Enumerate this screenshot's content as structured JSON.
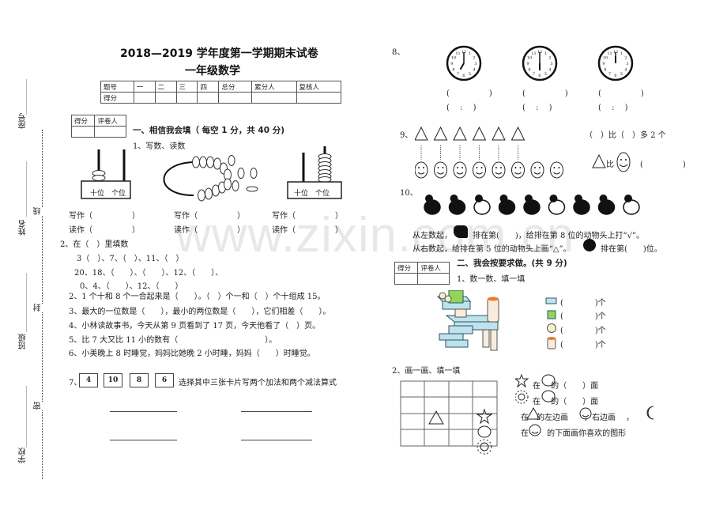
{
  "header": {
    "title": "2018—2019 学年度第一学期期末试卷",
    "subtitle": "一年级数学"
  },
  "score_table": {
    "row1": [
      "题号",
      "一",
      "二",
      "三",
      "四",
      "总分",
      "累分人",
      "复核人"
    ],
    "row2_label": "得分"
  },
  "grader_box": {
    "score": "得分",
    "grader": "评卷人"
  },
  "margin": {
    "seat": "座号",
    "name": "姓名",
    "class": "班级",
    "school": "学校",
    "seal": [
      "线",
      "封",
      "密"
    ]
  },
  "watermark": "www.zixin.com.cn",
  "section1": {
    "heading": "一、相信我会填（ 每空 1 分，共 40 分)",
    "q1": "1、写数、读数",
    "abacus_label": "十位　个位",
    "write": "写作（　　　　　）",
    "read": "读作（　　　　　）",
    "q2": "2、在（　）里填数",
    "q2_lines": [
      "3（　）、7、（　）、11、（　）",
      "20、18、（　　）、（　　）、12、（　　）、",
      "0、4、（　　）、12、（　　）"
    ],
    "lines": [
      "2、1 个十和 8 个一合起来是（　　）。（　）个一和（　）个十组成 15。",
      "3、最大的一位数是（　　），最小的两位数是（　　），它们相差（　　）。",
      "4、小林读故事书，今天从第 9 页看到了 17 页，今天他看了（　）页。",
      "5、比 7 大又比 11 小的数有（　　　　　　　　　　　）。",
      "6、小美晚上 8 时睡觉，妈妈比她晚 2 小时睡，妈妈（　　）时睡觉。"
    ],
    "q7_label": "7、",
    "q7_cards": [
      "4",
      "10",
      "8",
      "6"
    ],
    "q7_text": "选择其中三张卡片写两个加法和两个减法算式"
  },
  "q8": {
    "label": "8、",
    "clocks": [
      {
        "hour": 7,
        "minute": 0
      },
      {
        "hour": 6,
        "minute": 0
      },
      {
        "hour": 12,
        "minute": 0
      }
    ],
    "paren1": "(　　　　　)",
    "paren2": "(　 :　 )"
  },
  "q9": {
    "label": "9、",
    "triangles": 6,
    "faces": 8,
    "text1": "（　）比（　）多 2 个",
    "compare": "比",
    "paren": "(　　　　　)"
  },
  "q10": {
    "label": "10、",
    "animals": 9,
    "line1a": "从左数起，",
    "line1b": "排在第(　　)，给排在第 8 位的动物头上打“√”。",
    "line2a": "从右数起，给排在第 5 位的动物头上画“△”。",
    "line2b": "排在第(　　)位。"
  },
  "section2": {
    "heading": "二、我会按要求做。(共 9 分)",
    "q1": "1、数一数、填一填",
    "count_rows": [
      "(　　　　)个",
      "(　　　　)个",
      "(　　　　)个",
      "(　　　　)个"
    ],
    "q2": "2、画一画、填一填",
    "draw_lines": [
      "在　 的（　　）面",
      "在　 的（　　）面",
      "在　的左边画　　，右边画　 ，",
      "在　　 的下面画你喜欢的图形"
    ]
  }
}
